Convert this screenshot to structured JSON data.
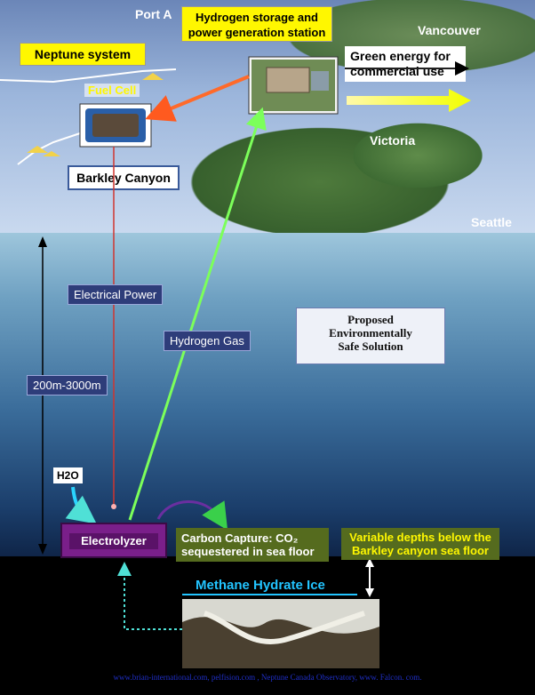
{
  "labels": {
    "port": "Port A",
    "vancouver": "Vancouver",
    "victoria": "Victoria",
    "seattle": "Seattle",
    "neptune_system": "Neptune system",
    "fuel_cell": "Fuel Cell",
    "barkley_canyon": "Barkley Canyon",
    "hydrogen_station_line1": "Hydrogen storage and",
    "hydrogen_station_line2": "power generation station",
    "green_energy_line1": "Green energy for",
    "green_energy_line2": "commercial use",
    "electrical_power": "Electrical Power",
    "hydrogen_gas": "Hydrogen Gas",
    "proposed_line1": "Proposed",
    "proposed_line2": "Environmentally",
    "proposed_line3": "Safe Solution",
    "depth_range": "200m-3000m",
    "h2o": "H2O",
    "electrolyzer": "Electrolyzer",
    "carbon_capture_line1": "Carbon Capture: CO₂",
    "carbon_capture_line2": "sequestered in sea floor",
    "variable_depths_line1": "Variable depths below the",
    "variable_depths_line2": "Barkley canyon sea floor",
    "methane_hydrate": "Methane Hydrate Ice",
    "footer": "www.brian-international.com, pelfision.com , Neptune Canada Observatory, www. Falcon. com."
  },
  "colors": {
    "yellow_label": "#fff700",
    "electrolyzer": "#7a1f8a",
    "hydrogen_arrow": "#7cff5a",
    "methane_text": "#22c4ff",
    "electrical_line": "#d0352f"
  }
}
